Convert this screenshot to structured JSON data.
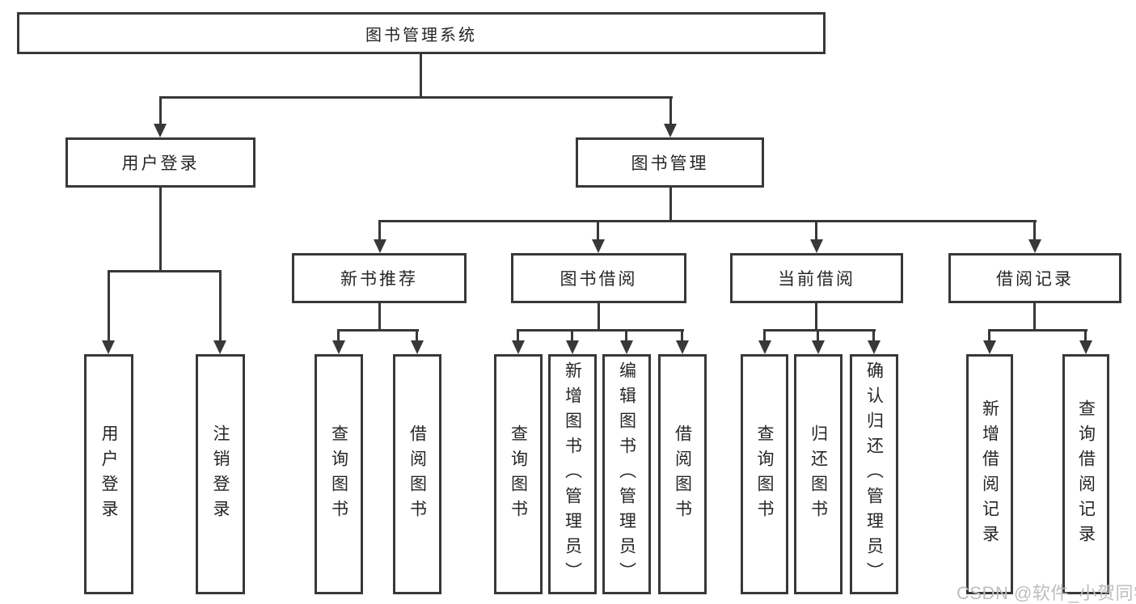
{
  "diagram": {
    "type": "tree-structure-diagram",
    "root": {
      "label": "图书管理系统",
      "children": [
        {
          "label": "用户登录",
          "children": [
            {
              "label": "用户登录"
            },
            {
              "label": "注销登录"
            }
          ]
        },
        {
          "label": "图书管理",
          "children": [
            {
              "label": "新书推荐",
              "children": [
                {
                  "label": "查询图书"
                },
                {
                  "label": "借阅图书"
                }
              ]
            },
            {
              "label": "图书借阅",
              "children": [
                {
                  "label": "查询图书"
                },
                {
                  "label": "新增图书（管理员）"
                },
                {
                  "label": "编辑图书（管理员）"
                },
                {
                  "label": "借阅图书"
                }
              ]
            },
            {
              "label": "当前借阅",
              "children": [
                {
                  "label": "查询图书"
                },
                {
                  "label": "归还图书"
                },
                {
                  "label": "确认归还（管理员）"
                }
              ]
            },
            {
              "label": "借阅记录",
              "children": [
                {
                  "label": "新增借阅记录"
                },
                {
                  "label": "查询借阅记录"
                }
              ]
            }
          ]
        }
      ]
    },
    "colors": {
      "line": "#383838",
      "text": "#262626",
      "watermark": "#c2bcbc",
      "background": "#ffffff"
    }
  },
  "watermark": {
    "text": "CSDN @软件_小贺同学"
  }
}
